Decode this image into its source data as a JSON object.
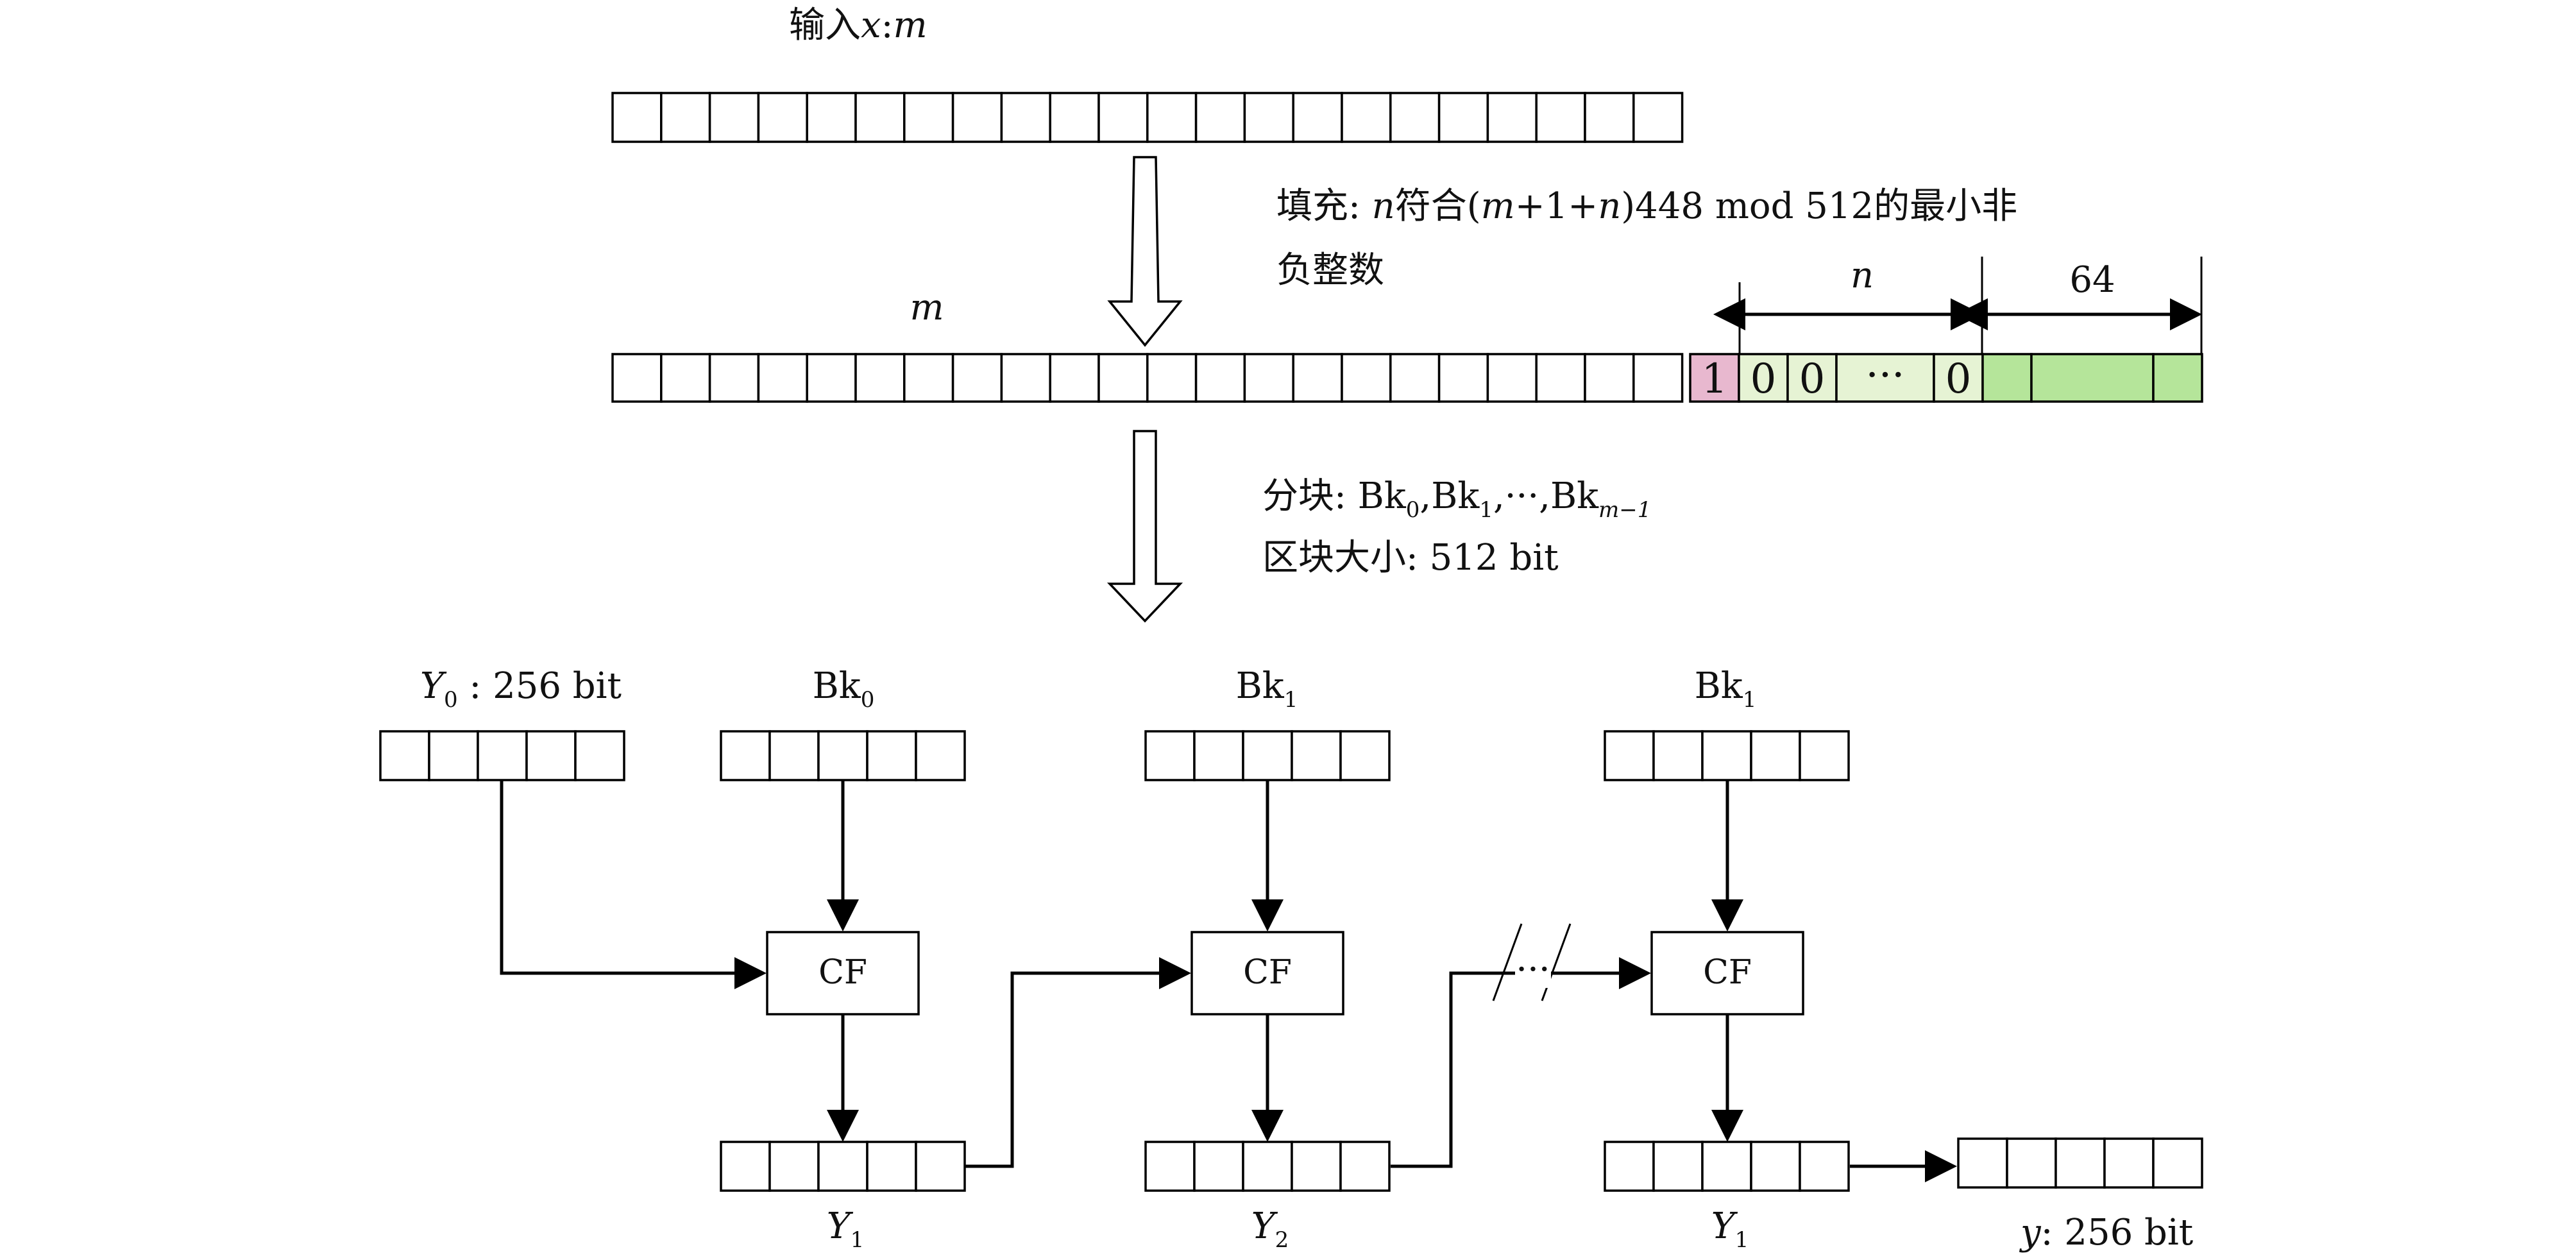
{
  "input": {
    "label_prefix": "输入",
    "label_var": "x",
    "label_sep": ":",
    "label_len": "m"
  },
  "padding": {
    "line1_prefix": "填充: ",
    "line1_var_n": "n",
    "line1_mid": "符合(",
    "line1_var_m": "m",
    "line1_plus": "+1+",
    "line1_var_n2": "n",
    "line1_tail": ")448 mod 512的最小非",
    "line2": "负整数",
    "m_label": "m",
    "n_label": "n",
    "len_label": "64",
    "bit_one": "1",
    "bit_zero_a": "0",
    "bit_zero_b": "0",
    "ellipsis": "···",
    "bit_zero_c": "0"
  },
  "blocking": {
    "line1_prefix": "分块: Bk",
    "sub0": "0",
    "sep1": ",Bk",
    "sub1": "1",
    "sep2": ",···,Bk",
    "subm": "m−1",
    "line2": "区块大小: 512 bit"
  },
  "chain": {
    "y0_var": "Y",
    "y0_sub": "0",
    "y0_rest": " : 256 bit",
    "bk_labels": [
      {
        "base": "Bk",
        "sub": "0"
      },
      {
        "base": "Bk",
        "sub": "1"
      },
      {
        "base": "Bk",
        "sub": "1"
      }
    ],
    "cf_label": "CF",
    "y_labels": [
      {
        "var": "Y",
        "sub": "1"
      },
      {
        "var": "Y",
        "sub": "2"
      },
      {
        "var": "Y",
        "sub": "1"
      }
    ],
    "break_label": "···",
    "output_var": "y",
    "output_rest": ": 256 bit"
  },
  "colors": {
    "pad_one": "#e8b8cf",
    "pad_zero": "#e6f3d4",
    "pad_len": "#b5e59a"
  }
}
